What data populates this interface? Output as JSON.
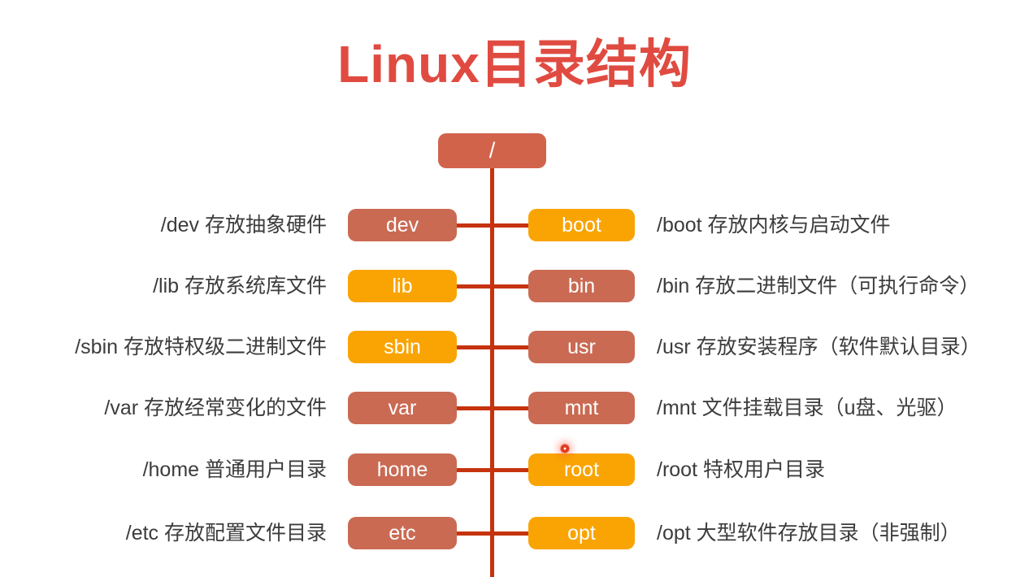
{
  "title": "Linux目录结构",
  "colors": {
    "title_text": "#E04B41",
    "terracotta_box": "#CA6A53",
    "orange_box": "#F9A403",
    "root_box": "#D2634B",
    "tree_line": "#C5330F",
    "description_text": "#3C3C3C",
    "box_text": "#FFFFFF"
  },
  "root": {
    "label": "/"
  },
  "rows": [
    {
      "left": {
        "box": "dev",
        "color": "terracotta",
        "label": "/dev 存放抽象硬件"
      },
      "right": {
        "box": "boot",
        "color": "orange",
        "label": "/boot 存放内核与启动文件"
      }
    },
    {
      "left": {
        "box": "lib",
        "color": "orange",
        "label": "/lib 存放系统库文件"
      },
      "right": {
        "box": "bin",
        "color": "terracotta",
        "label": "/bin 存放二进制文件（可执行命令）"
      }
    },
    {
      "left": {
        "box": "sbin",
        "color": "orange",
        "label": "/sbin 存放特权级二进制文件"
      },
      "right": {
        "box": "usr",
        "color": "terracotta",
        "label": "/usr 存放安装程序（软件默认目录）"
      }
    },
    {
      "left": {
        "box": "var",
        "color": "terracotta",
        "label": "/var 存放经常变化的文件"
      },
      "right": {
        "box": "mnt",
        "color": "terracotta",
        "label": "/mnt 文件挂载目录（u盘、光驱）"
      }
    },
    {
      "left": {
        "box": "home",
        "color": "terracotta",
        "label": "/home 普通用户目录"
      },
      "right": {
        "box": "root",
        "color": "orange",
        "label": "/root 特权用户目录"
      }
    },
    {
      "left": {
        "box": "etc",
        "color": "terracotta",
        "label": "/etc 存放配置文件目录"
      },
      "right": {
        "box": "opt",
        "color": "orange",
        "label": "/opt 大型软件存放目录（非强制）"
      }
    }
  ]
}
